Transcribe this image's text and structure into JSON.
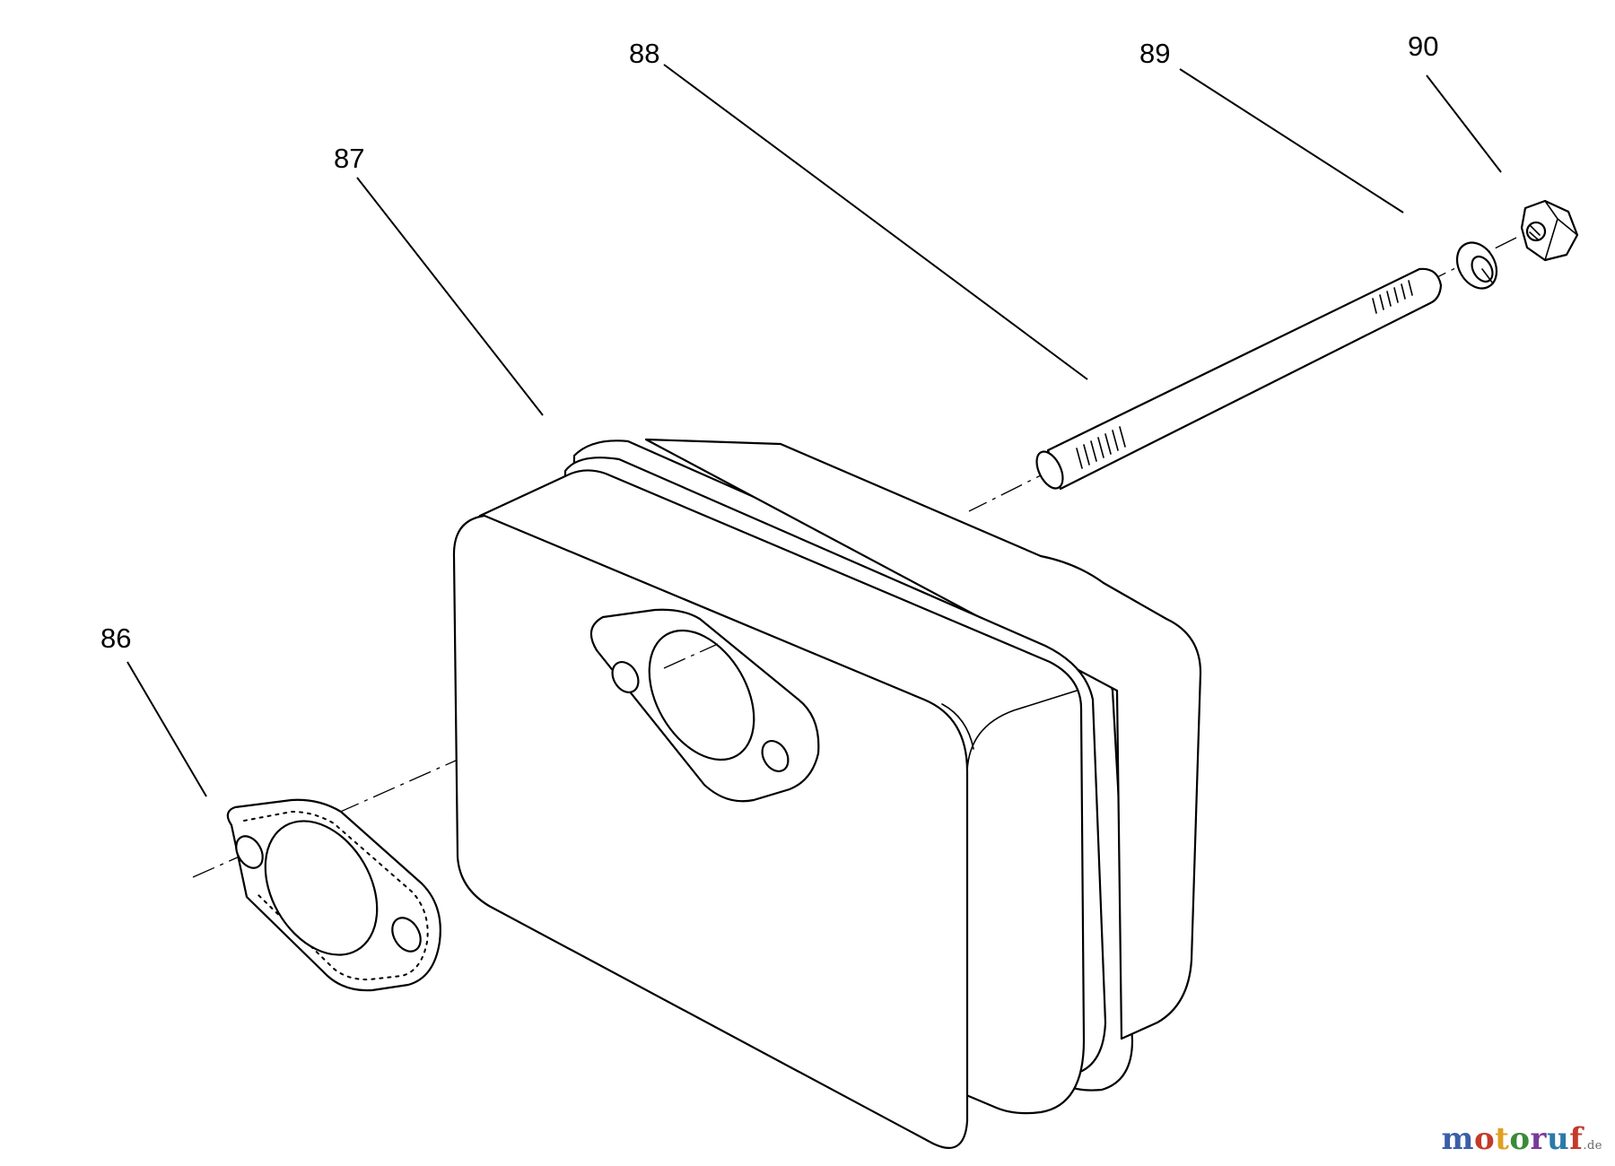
{
  "diagram": {
    "callouts": [
      {
        "id": "86",
        "part": "gasket"
      },
      {
        "id": "87",
        "part": "muffler"
      },
      {
        "id": "88",
        "part": "bolt"
      },
      {
        "id": "89",
        "part": "lock-washer"
      },
      {
        "id": "90",
        "part": "hex-nut"
      }
    ]
  },
  "watermark": {
    "text": "motoruf",
    "tld": ".de",
    "colors": [
      "#3a5fa8",
      "#c43a2a",
      "#e0a020",
      "#3a8a3a",
      "#7a3a9a",
      "#2a7aa8",
      "#c43a2a"
    ]
  }
}
